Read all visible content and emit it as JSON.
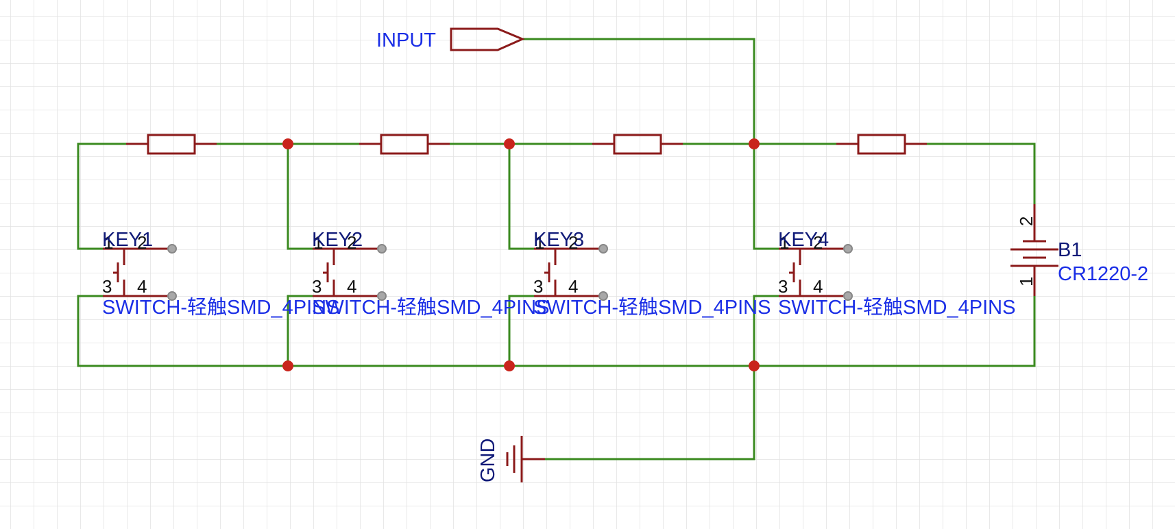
{
  "net_labels": {
    "input": "INPUT",
    "gnd": "GND"
  },
  "switches": [
    {
      "ref": "KEY1",
      "value": "SWITCH-轻触SMD_4PINS",
      "pins": [
        "1",
        "2",
        "3",
        "4"
      ]
    },
    {
      "ref": "KEY2",
      "value": "SWITCH-轻触SMD_4PINS",
      "pins": [
        "1",
        "2",
        "3",
        "4"
      ]
    },
    {
      "ref": "KEY3",
      "value": "SWITCH-轻触SMD_4PINS",
      "pins": [
        "1",
        "2",
        "3",
        "4"
      ]
    },
    {
      "ref": "KEY4",
      "value": "SWITCH-轻触SMD_4PINS",
      "pins": [
        "1",
        "2",
        "3",
        "4"
      ]
    }
  ],
  "battery": {
    "ref": "B1",
    "value": "CR1220-2",
    "pins": [
      "2",
      "1"
    ]
  },
  "colors": {
    "wire": "#3a8a1f",
    "part": "#8b1a1a",
    "junction": "#c9241c",
    "label": "#1a2ee6",
    "net_label": "#101a78",
    "grid": "#e2e2e2"
  }
}
